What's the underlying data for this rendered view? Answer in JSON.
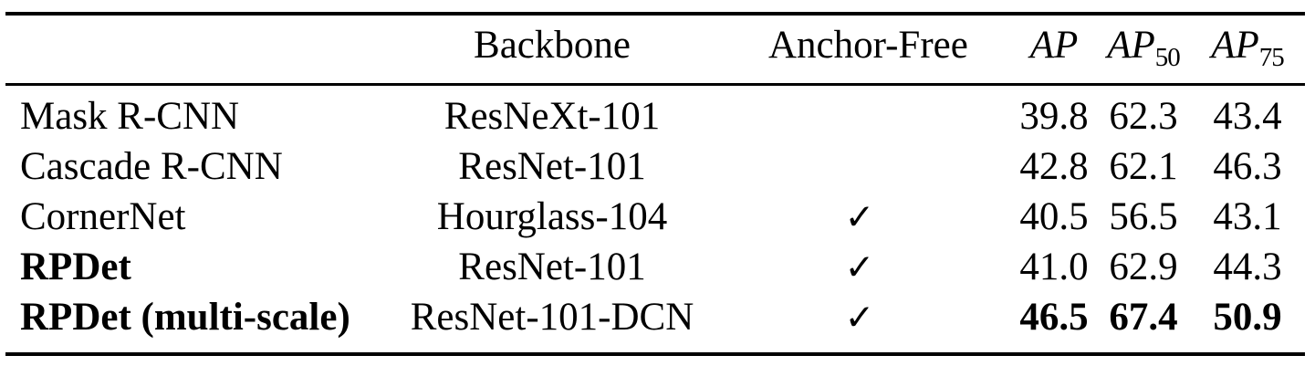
{
  "page": {
    "background_color": "#ffffff",
    "text_color": "#000000",
    "rule_color": "#000000"
  },
  "chart_data": {
    "type": "table",
    "header": {
      "method": "",
      "backbone": "Backbone",
      "anchor_free": "Anchor-Free",
      "metrics": [
        {
          "base": "AP",
          "sub": ""
        },
        {
          "base": "AP",
          "sub": "50"
        },
        {
          "base": "AP",
          "sub": "75"
        }
      ]
    },
    "checkmark_glyph": "✓",
    "rows": [
      {
        "method": "Mask R-CNN",
        "backbone": "ResNeXt-101",
        "anchor_free": "",
        "ap": "39.8",
        "ap50": "62.3",
        "ap75": "43.4"
      },
      {
        "method": "Cascade R-CNN",
        "backbone": "ResNet-101",
        "anchor_free": "",
        "ap": "42.8",
        "ap50": "62.1",
        "ap75": "46.3"
      },
      {
        "method": "CornerNet",
        "backbone": "Hourglass-104",
        "anchor_free": "✓",
        "ap": "40.5",
        "ap50": "56.5",
        "ap75": "43.1"
      },
      {
        "method": "RPDet",
        "backbone": "ResNet-101",
        "anchor_free": "✓",
        "ap": "41.0",
        "ap50": "62.9",
        "ap75": "44.3"
      },
      {
        "method": "RPDet (multi-scale)",
        "backbone": "ResNet-101-DCN",
        "anchor_free": "✓",
        "ap": "46.5",
        "ap50": "67.4",
        "ap75": "50.9"
      }
    ],
    "emphasis": {
      "bold_method_rows": [
        3,
        4
      ],
      "bold_metric_rows": [
        4
      ]
    }
  }
}
